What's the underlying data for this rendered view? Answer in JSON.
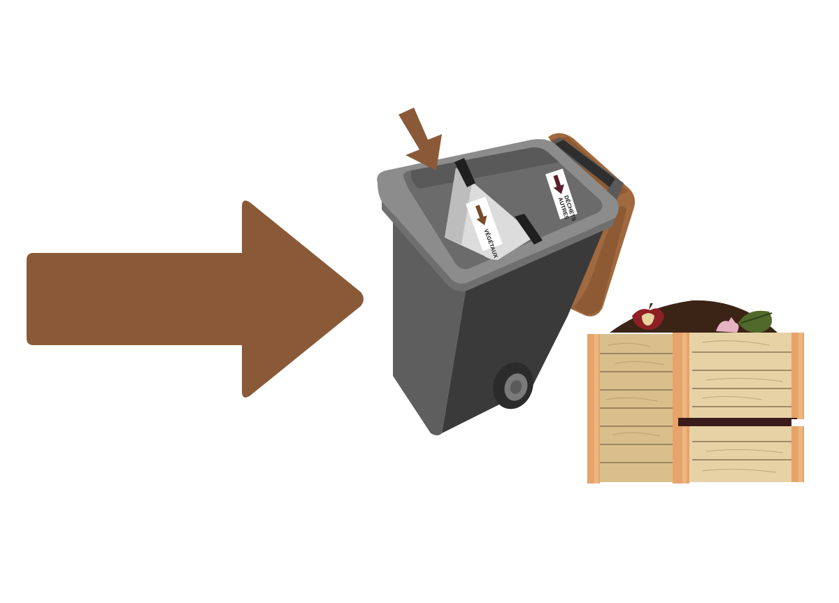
{
  "illustration": {
    "colors": {
      "arrow_brown": "#8a5a38",
      "bin_body_dark": "#3a3a3a",
      "bin_body_mid": "#5e5e5e",
      "bin_rim": "#8c8c8c",
      "bin_inner": "#6b6b6b",
      "bin_lid_brown": "#a0693e",
      "bin_wheel": "#2b2b2b",
      "sticker_bg": "#ffffff",
      "sticker_arrow_brown": "#7a4a2a",
      "sticker_arrow_maroon": "#5a1e2e",
      "crate_wood_light": "#e7d2a6",
      "crate_wood_mid": "#d8bf8c",
      "crate_post": "#e6a36a",
      "crate_band": "#3a1c1c",
      "compost_soil": "#3b2416",
      "leaf_green": "#4f6a2a"
    },
    "bin": {
      "divider_label": "VÉGÉTAUX",
      "rear_label_line1": "AUTRES",
      "rear_label_line2": "DÉCHETS"
    },
    "icons": [
      "large-arrow-icon",
      "small-arrow-icon",
      "apple-core-icon",
      "leaf-icon",
      "eggshell-icon"
    ]
  }
}
